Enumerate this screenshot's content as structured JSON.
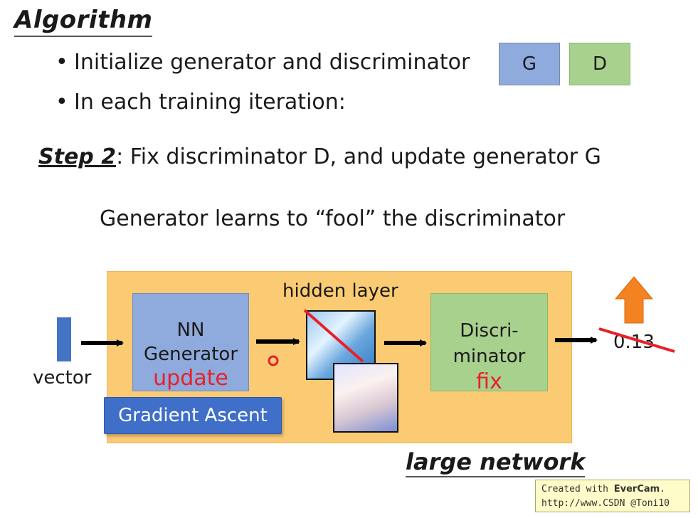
{
  "title": "Algorithm",
  "bullets": [
    "Initialize generator and discriminator",
    "In each training iteration:"
  ],
  "boxes": {
    "g": "G",
    "d": "D"
  },
  "step": {
    "label": "Step 2",
    "text": ": Fix discriminator D, and update generator G"
  },
  "subtitle": "Generator learns to “fool” the discriminator",
  "diagram": {
    "vector_label": "vector",
    "generator": {
      "line1": "NN",
      "line2": "Generator",
      "status": "update"
    },
    "gradient_button": "Gradient Ascent",
    "hidden_label": "hidden layer",
    "discriminator": {
      "line1": "Discri-",
      "line2": "minator",
      "status": "fix"
    },
    "score": "0.13",
    "network_label": "large network"
  },
  "watermark": {
    "line1_prefix": "Created with ",
    "line1_brand": "EverCam",
    "line1_suffix": ".",
    "line2": "http://www.CSDN @Toni10"
  },
  "colors": {
    "generator": "#8faadc",
    "discriminator": "#a9d18e",
    "network_bg": "#fbcb74",
    "accent_red": "#e8202a",
    "arrow_orange": "#f58220",
    "button_blue": "#3f6fc8"
  },
  "icons": [
    "arrow-right-icon",
    "arrow-up-icon",
    "cursor-dot-icon",
    "strike-line-icon"
  ]
}
